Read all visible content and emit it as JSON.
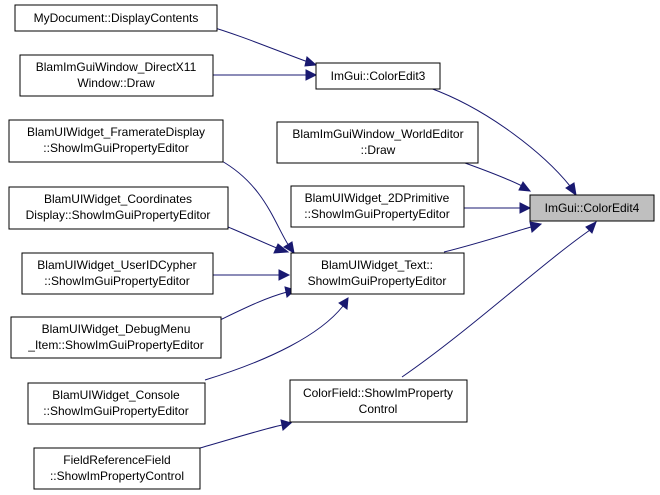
{
  "graph": {
    "nodes": {
      "mydocument": [
        "MyDocument::DisplayContents"
      ],
      "dx11": [
        "BlamImGuiWindow_DirectX11",
        "Window::Draw"
      ],
      "coloredit3": [
        "ImGui::ColorEdit3"
      ],
      "framerate": [
        "BlamUIWidget_FramerateDisplay",
        "::ShowImGuiPropertyEditor"
      ],
      "worldeditor": [
        "BlamImGuiWindow_WorldEditor",
        "::Draw"
      ],
      "coloredit4": [
        "ImGui::ColorEdit4"
      ],
      "coordinates": [
        "BlamUIWidget_Coordinates",
        "Display::ShowImGuiPropertyEditor"
      ],
      "primitive2d": [
        "BlamUIWidget_2DPrimitive",
        "::ShowImGuiPropertyEditor"
      ],
      "useridcypher": [
        "BlamUIWidget_UserIDCypher",
        "::ShowImGuiPropertyEditor"
      ],
      "text": [
        "BlamUIWidget_Text::",
        "ShowImGuiPropertyEditor"
      ],
      "debugmenu": [
        "BlamUIWidget_DebugMenu",
        "_Item::ShowImGuiPropertyEditor"
      ],
      "console": [
        "BlamUIWidget_Console",
        "::ShowImGuiPropertyEditor"
      ],
      "colorfield": [
        "ColorField::ShowImProperty",
        "Control"
      ],
      "fieldreference": [
        "FieldReferenceField",
        "::ShowImPropertyControl"
      ]
    },
    "focus_node": "coloredit4",
    "colors": {
      "edge": "#191970",
      "focus_fill": "#bfbfbf",
      "node_fill": "#ffffff",
      "border": "#000000"
    }
  }
}
